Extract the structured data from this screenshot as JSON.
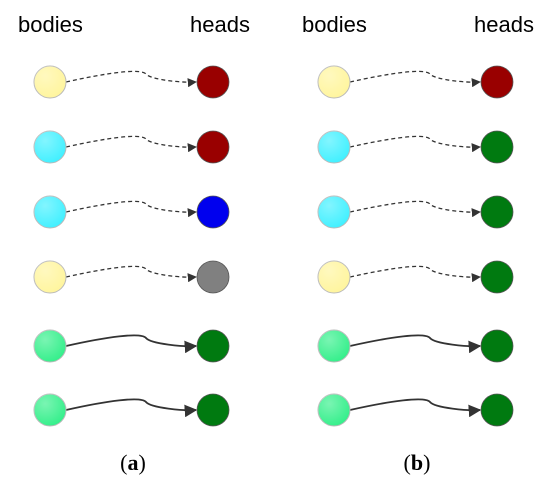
{
  "colors": {
    "yellow": "#fff59d",
    "cyan": "#40f0ff",
    "light_green": "#33ef8a",
    "dark_red": "#990000",
    "blue": "#0000ee",
    "gray": "#808080",
    "dark_green": "#007a10",
    "edge_stroke": "#333333",
    "body_outline": "#b9b9b9",
    "head_outline": "#555555"
  },
  "panels": [
    {
      "id": "a",
      "header": {
        "bodies_label": "bodies",
        "heads_label": "heads"
      },
      "caption": {
        "open": "(",
        "letter": "a",
        "close": ")"
      },
      "rows": [
        {
          "body_color": "yellow",
          "head_color": "dark_red",
          "edge_style": "dashed"
        },
        {
          "body_color": "cyan",
          "head_color": "dark_red",
          "edge_style": "dashed"
        },
        {
          "body_color": "cyan",
          "head_color": "blue",
          "edge_style": "dashed"
        },
        {
          "body_color": "yellow",
          "head_color": "gray",
          "edge_style": "dashed"
        },
        {
          "body_color": "light_green",
          "head_color": "dark_green",
          "edge_style": "solid"
        },
        {
          "body_color": "light_green",
          "head_color": "dark_green",
          "edge_style": "solid"
        }
      ]
    },
    {
      "id": "b",
      "header": {
        "bodies_label": "bodies",
        "heads_label": "heads"
      },
      "caption": {
        "open": "(",
        "letter": "b",
        "close": ")"
      },
      "rows": [
        {
          "body_color": "yellow",
          "head_color": "dark_red",
          "edge_style": "dashed"
        },
        {
          "body_color": "cyan",
          "head_color": "dark_green",
          "edge_style": "dashed"
        },
        {
          "body_color": "cyan",
          "head_color": "dark_green",
          "edge_style": "dashed"
        },
        {
          "body_color": "yellow",
          "head_color": "dark_green",
          "edge_style": "dashed"
        },
        {
          "body_color": "light_green",
          "head_color": "dark_green",
          "edge_style": "solid"
        },
        {
          "body_color": "light_green",
          "head_color": "dark_green",
          "edge_style": "solid"
        }
      ]
    }
  ]
}
